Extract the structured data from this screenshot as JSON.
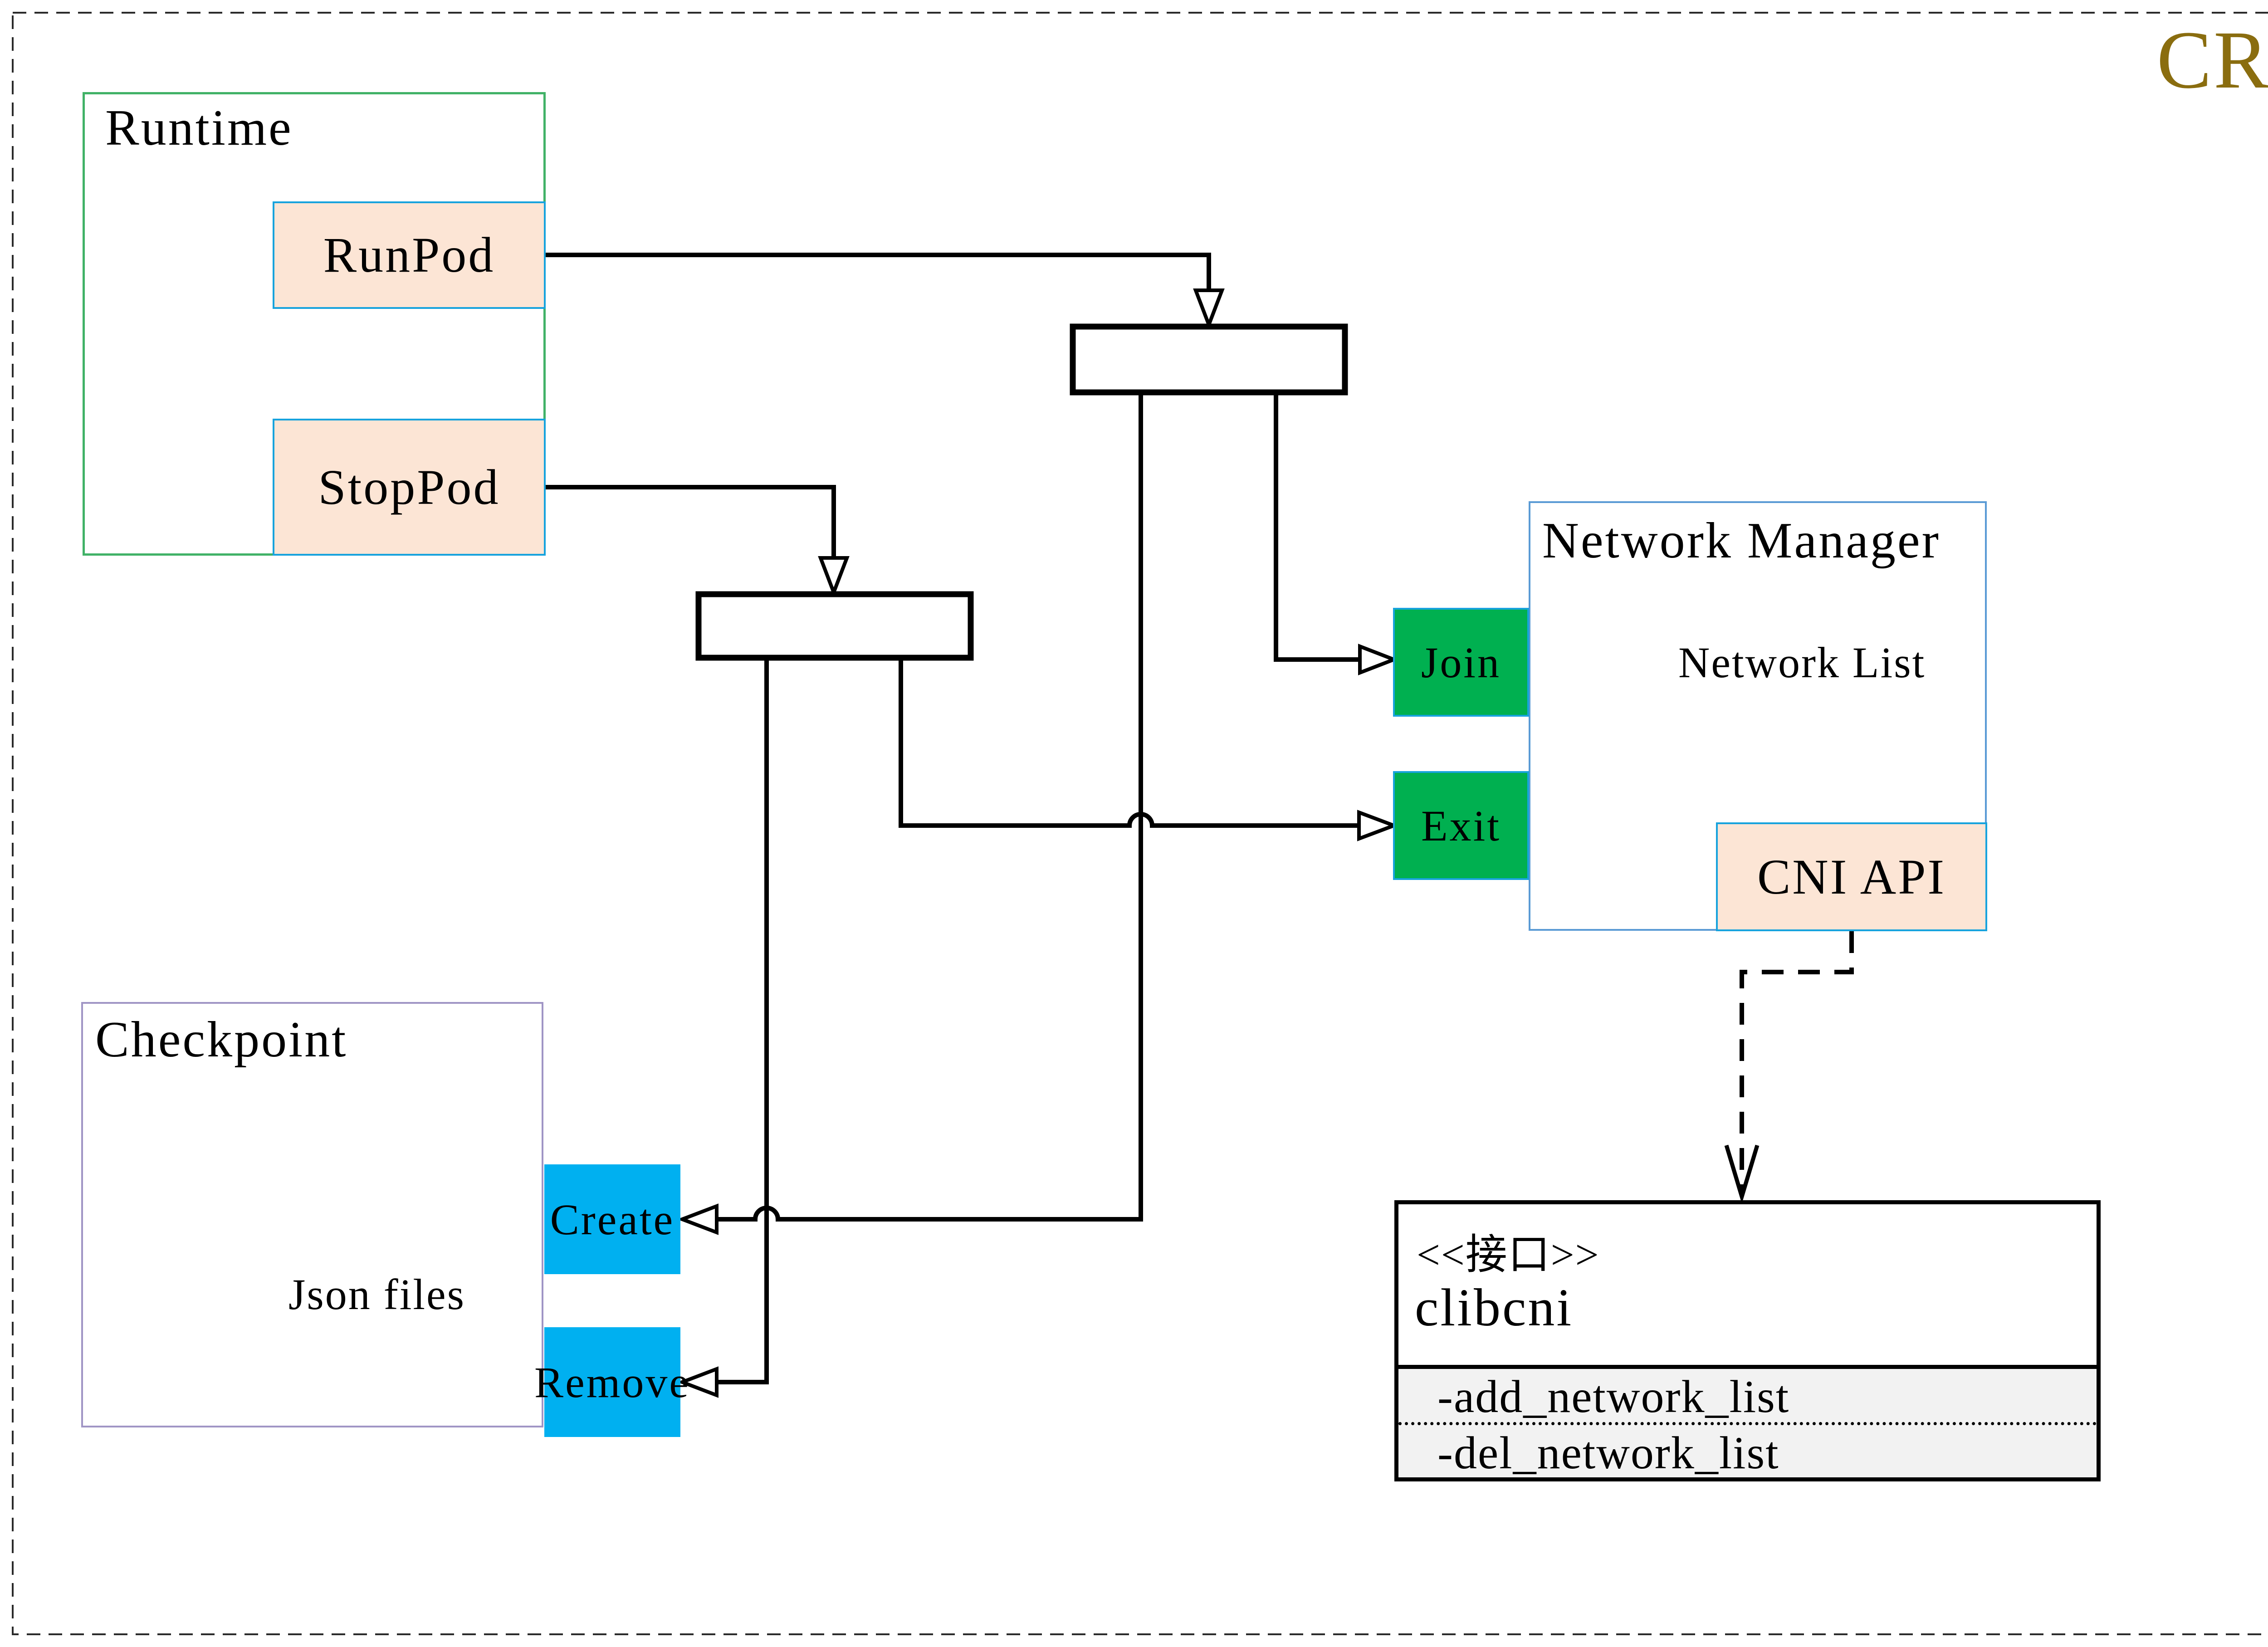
{
  "page": {
    "badge": "CRI"
  },
  "colors": {
    "badge_gold": "#8a6d0f",
    "runtime_border": "#41b267",
    "peach_fill": "#fce5d5",
    "blue_border": "#18a3dd",
    "nm_border": "#5b9bd5",
    "checkpoint_border": "#a095c5",
    "green_fill": "#00b050",
    "cyan_fill": "#00b0f0",
    "cylinder_stroke": "#595959"
  },
  "runtime": {
    "title": "Runtime",
    "buttons": [
      {
        "label": "RunPod"
      },
      {
        "label": "StopPod"
      }
    ]
  },
  "network_manager": {
    "title": "Network Manager",
    "database_label": "Network List",
    "api_label": "CNI API",
    "actions": [
      {
        "label": "Join"
      },
      {
        "label": "Exit"
      }
    ]
  },
  "checkpoint": {
    "title": "Checkpoint",
    "database_label": "Json files",
    "actions": [
      {
        "label": "Create"
      },
      {
        "label": "Remove"
      }
    ]
  },
  "interface_class": {
    "stereotype": "<<接口>>",
    "name": "clibcni",
    "members": [
      "-add_network_list",
      "-del_network_list"
    ]
  }
}
